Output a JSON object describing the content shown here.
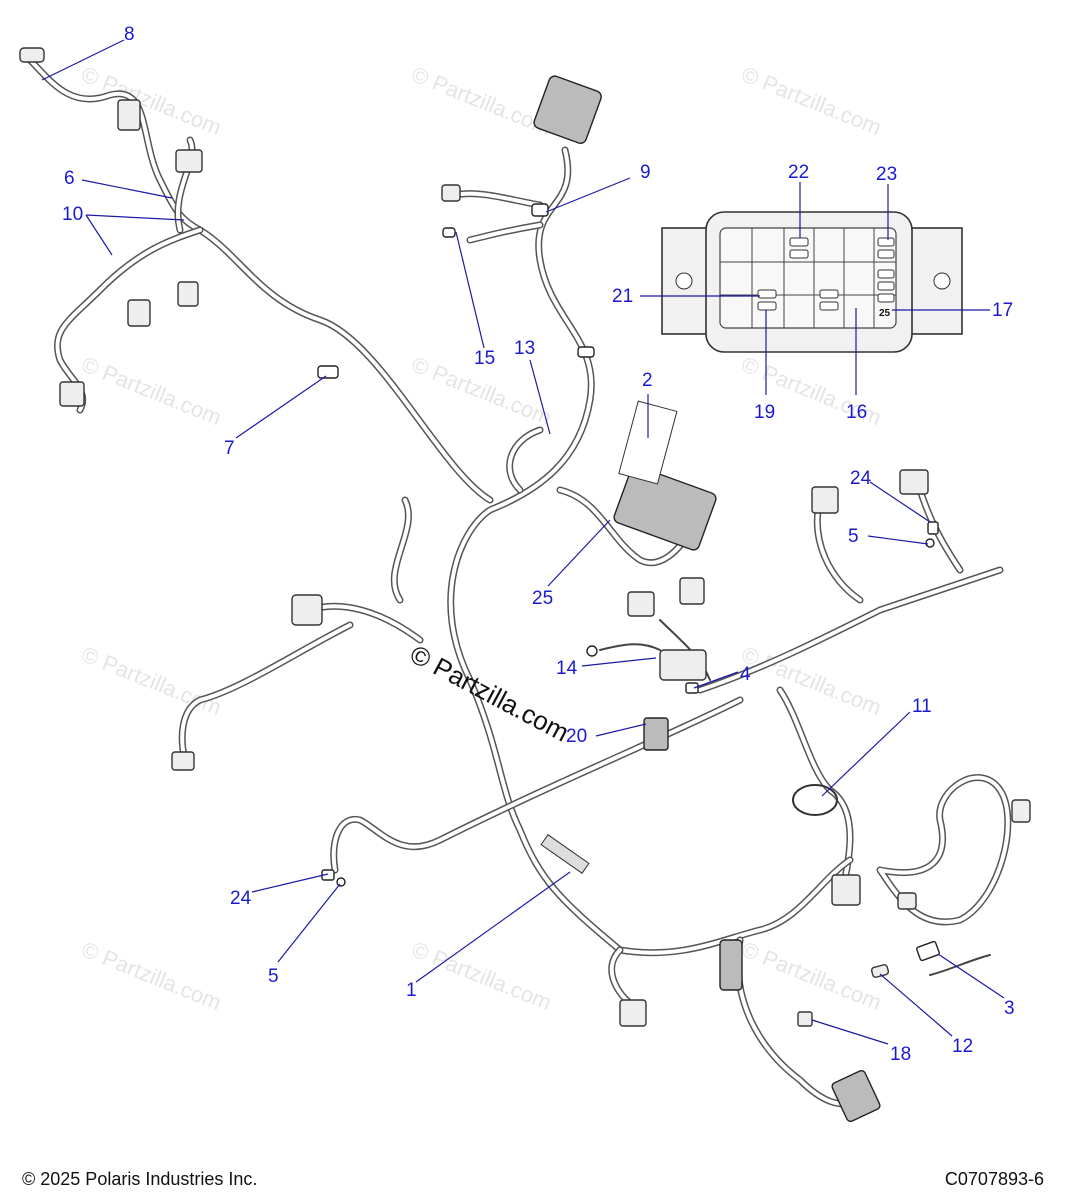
{
  "callouts": [
    "8",
    "6",
    "10",
    "7",
    "9",
    "15",
    "13",
    "2",
    "25",
    "22",
    "23",
    "21",
    "17",
    "19",
    "16",
    "24",
    "5",
    "14",
    "4",
    "20",
    "11",
    "24",
    "5",
    "1",
    "18",
    "12",
    "3"
  ],
  "fuse_label": "25",
  "watermark": "© Partzilla.com",
  "watermark_main": "© Partzilla.com",
  "footer": {
    "copyright": "© 2025 Polaris Industries Inc.",
    "drawing_id": "C0707893-6"
  }
}
